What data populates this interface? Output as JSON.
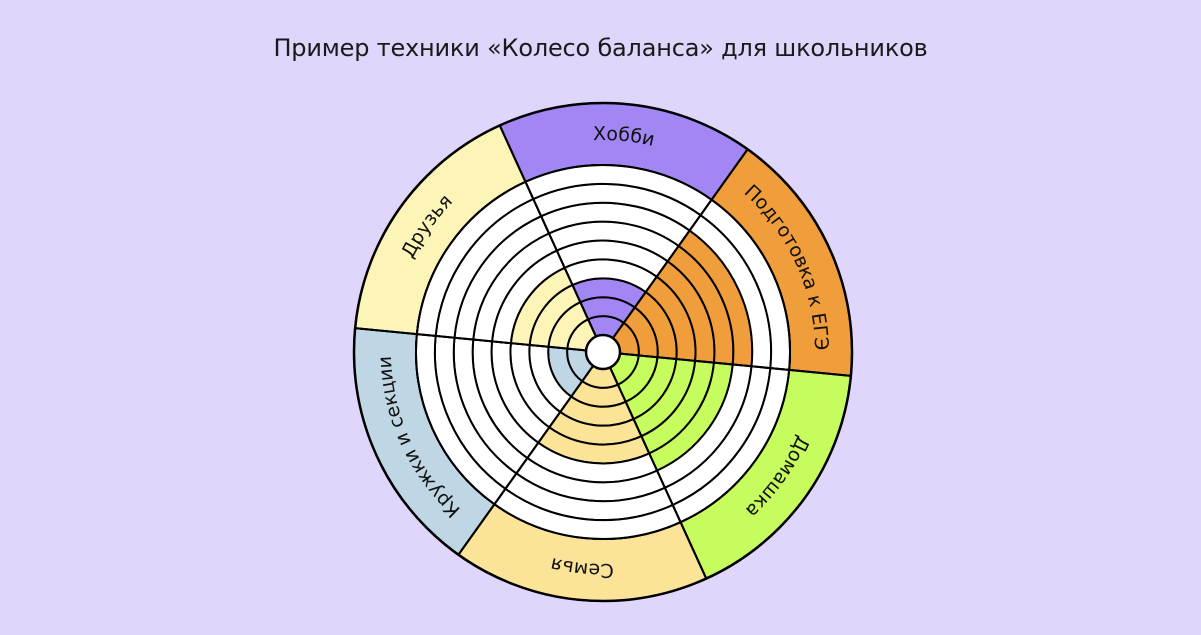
{
  "title": "Пример техники «Колесо баланса» для школьников",
  "chart_data": {
    "type": "radial-bar",
    "title": "Пример техники «Колесо баланса» для школьников",
    "center": [
      603,
      352
    ],
    "hole_radius": 17,
    "ring_count": 9,
    "ring_outer_radius": 187,
    "band_outer_radius": 249,
    "start_angle_deg": -24.5,
    "stroke_color": "#000000",
    "empty_color": "#ffffff",
    "max_value": 9,
    "categories": [
      "Хобби",
      "Подготовка к ЕГЭ",
      "Домашка",
      "Семья",
      "Кружки и секции",
      "Друзья"
    ],
    "values": [
      3,
      7,
      6,
      5,
      2,
      4
    ],
    "segments": [
      {
        "label": "Хобби",
        "value": 3,
        "band_color": "#a287f4",
        "fill_color": "#a287f4"
      },
      {
        "label": "Подготовка к ЕГЭ",
        "value": 7,
        "band_color": "#f09e3b",
        "fill_color": "#f09e3b"
      },
      {
        "label": "Домашка",
        "value": 6,
        "band_color": "#c7fc5e",
        "fill_color": "#c7fc5e"
      },
      {
        "label": "Семья",
        "value": 5,
        "band_color": "#fbe397",
        "fill_color": "#fbe397"
      },
      {
        "label": "Кружки и секции",
        "value": 2,
        "band_color": "#bfd7e5",
        "fill_color": "#bfd7e5"
      },
      {
        "label": "Друзья",
        "value": 4,
        "band_color": "#fdf5b8",
        "fill_color": "#fdf5b8"
      }
    ]
  }
}
